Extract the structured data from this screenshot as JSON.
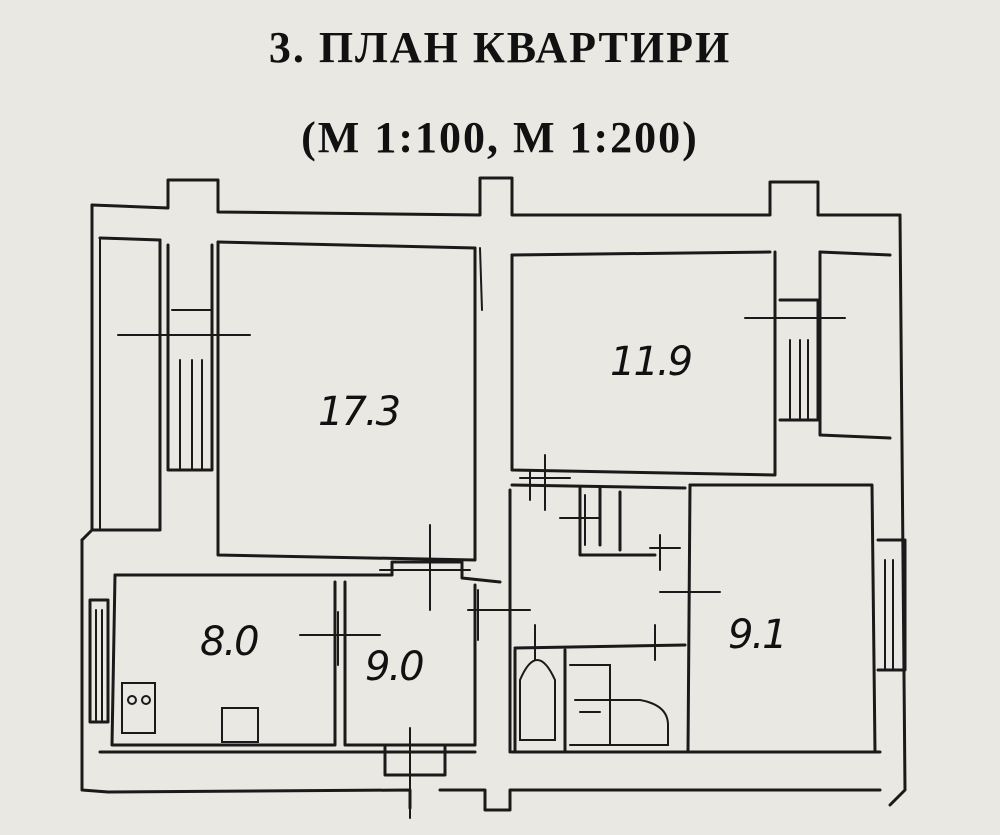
{
  "header": {
    "title": "3. ПЛАН КВАРТИРИ",
    "scale": "(М 1:100, М 1:200)"
  },
  "rooms": [
    {
      "id": "living-room",
      "area": "17.3"
    },
    {
      "id": "bedroom",
      "area": "11.9"
    },
    {
      "id": "kitchen",
      "area": "8.0"
    },
    {
      "id": "hall",
      "area": "9.0"
    },
    {
      "id": "small-room",
      "area": "9.1"
    }
  ],
  "colors": {
    "paper": "#e9e8e3",
    "ink": "#1a1a1a"
  }
}
